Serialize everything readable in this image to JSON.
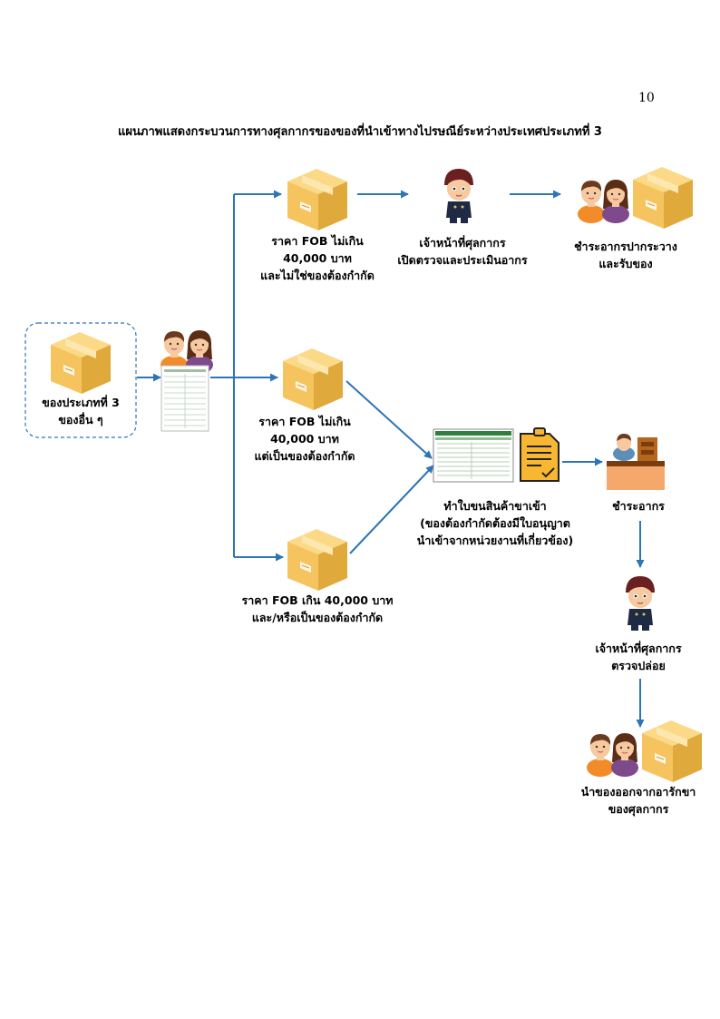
{
  "page_number": "10",
  "title": "แผนภาพแสดงกระบวนการทางศุลกากรของของที่นำเข้าทางไปรษณีย์ระหว่างประเทศประเภทที่ 3",
  "colors": {
    "arrow": "#2e75b6",
    "box_fill": "#f5c45e",
    "box_top": "#fbd986",
    "box_side": "#e0a93c",
    "tape": "#fde7b0",
    "dashed_border": "#2e75b6",
    "hair": "#6b3a1f",
    "skin": "#f7c9a0",
    "uniform": "#1f2a44",
    "shirt_orange": "#f28c28",
    "shirt_purple": "#7e4a8c",
    "doc_yellow": "#f7b731"
  },
  "labels": {
    "start": [
      "ของประเภทที่ 3",
      "ของอื่น ๆ"
    ],
    "branch1": [
      "ราคา FOB ไม่เกิน",
      "40,000 บาท",
      "และไม่ใช่ของต้องกำกัด"
    ],
    "officer_inspect": [
      "เจ้าหน้าที่ศุลกากร",
      "เปิดตรวจและประเมินอากร"
    ],
    "pay_counter": [
      "ชำระอากรปากระวาง",
      "และรับของ"
    ],
    "branch2": [
      "ราคา FOB ไม่เกิน",
      "40,000 บาท",
      "แต่เป็นของต้องกำกัด"
    ],
    "branch3": [
      "ราคา FOB เกิน 40,000 บาท",
      "และ/หรือเป็นของต้องกำกัด"
    ],
    "declaration": [
      "ทำใบขนสินค้าขาเข้า",
      "(ของต้องกำกัดต้องมีใบอนุญาต",
      "นำเข้าจากหน่วยงานที่เกี่ยวข้อง)"
    ],
    "pay_duty": [
      "ชำระอากร"
    ],
    "officer_release": [
      "เจ้าหน้าที่ศุลกากร",
      "ตรวจปล่อย"
    ],
    "take_out": [
      "นำของออกจากอารักขา",
      "ของศุลกากร"
    ]
  },
  "icons": [
    "parcel-box-icon",
    "couple-icon",
    "customs-officer-icon",
    "import-form-icon",
    "computer-screen-icon",
    "permit-document-icon",
    "cashier-counter-icon"
  ]
}
